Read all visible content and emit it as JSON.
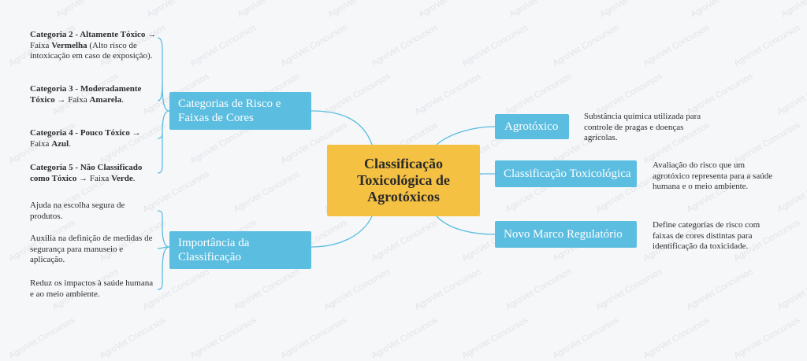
{
  "watermark": "AgroVet Concursos",
  "colors": {
    "center": "#f5c142",
    "branch": "#5bbde0",
    "line": "#5bbde0"
  },
  "center": {
    "title": "Classificação Toxicológica de Agrotóxicos"
  },
  "right": {
    "agrotoxico": {
      "label": "Agrotóxico",
      "note": "Substância química utilizada para controle de pragas e doenças agrícolas."
    },
    "classificacao": {
      "label": "Classificação Toxicológica",
      "note": "Avaliação do risco que um agrotóxico representa para a saúde humana e o meio ambiente."
    },
    "marco": {
      "label": "Novo Marco Regulatório",
      "note": "Define categorias de risco com faixas de cores distintas para identificação da toxicidade."
    }
  },
  "left": {
    "categorias": {
      "label": "Categorias de Risco e Faixas de Cores",
      "notes": [
        {
          "bold": "Categoria 2 - Altamente Tóxico",
          "mid": " → Faixa ",
          "color": "Vermelha",
          "tail": " (Alto risco de intoxicação em caso de exposição)."
        },
        {
          "bold": "Categoria 3 - Moderadamente Tóxico",
          "mid": " → Faixa ",
          "color": "Amarela",
          "tail": "."
        },
        {
          "bold": "Categoria 4 - Pouco Tóxico",
          "mid": " → Faixa ",
          "color": "Azul",
          "tail": "."
        },
        {
          "bold": "Categoria 5 - Não Classificado como Tóxico",
          "mid": " → Faixa ",
          "color": "Verde",
          "tail": "."
        }
      ]
    },
    "importancia": {
      "label": "Importância da Classificação",
      "notes": [
        "Ajuda na escolha segura de produtos.",
        "Auxilia na definição de medidas de segurança para manuseio e aplicação.",
        "Reduz os impactos à saúde humana e ao meio ambiente."
      ]
    }
  }
}
